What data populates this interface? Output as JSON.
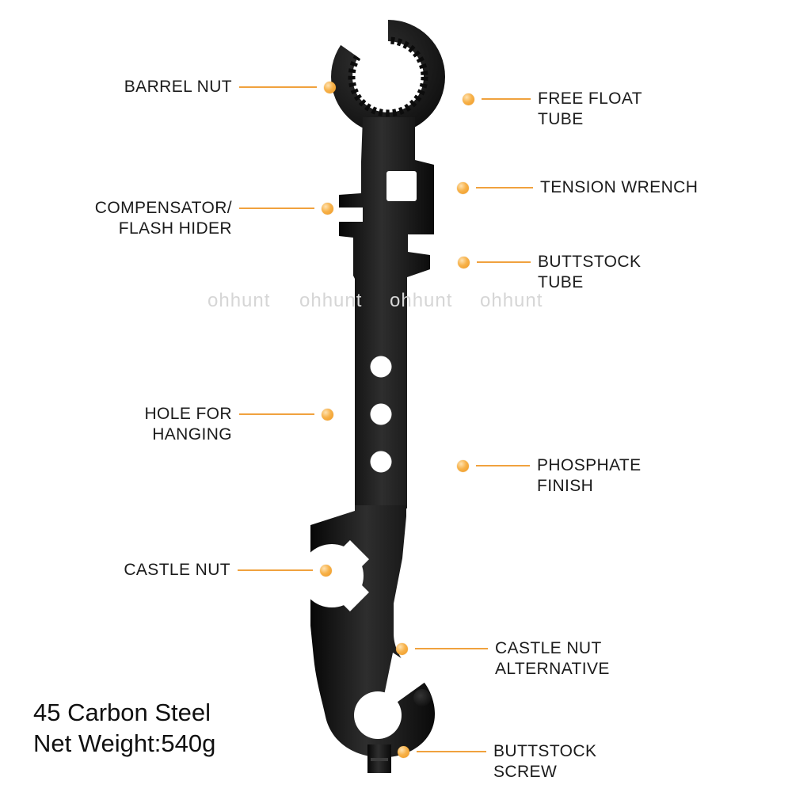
{
  "colors": {
    "accent": "#F0A23E",
    "tool": "#111111",
    "watermark_gray": "#d6d6d6",
    "background": "#ffffff"
  },
  "watermark": {
    "text": "ohhunt"
  },
  "callouts": [
    {
      "id": "barrel-nut",
      "label": "BARREL NUT"
    },
    {
      "id": "free-float-tube",
      "label": "FREE FLOAT\nTUBE"
    },
    {
      "id": "compensator-flash-hider",
      "label": "COMPENSATOR/\nFLASH HIDER"
    },
    {
      "id": "tension-wrench",
      "label": "TENSION WRENCH"
    },
    {
      "id": "buttstock-tube",
      "label": "BUTTSTOCK\nTUBE"
    },
    {
      "id": "hole-for-hanging",
      "label": "HOLE FOR\nHANGING"
    },
    {
      "id": "phosphate-finish",
      "label": "PHOSPHATE\nFINISH"
    },
    {
      "id": "castle-nut",
      "label": "CASTLE NUT"
    },
    {
      "id": "castle-nut-alternative",
      "label": "CASTLE NUT\nALTERNATIVE"
    },
    {
      "id": "buttstock-screw",
      "label": "BUTTSTOCK\nSCREW"
    }
  ],
  "specs": {
    "material": "45 Carbon Steel",
    "weight": "Net Weight:540g"
  }
}
